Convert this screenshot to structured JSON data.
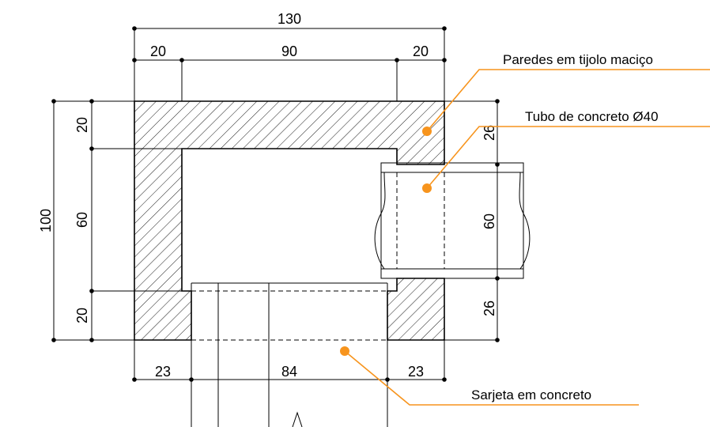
{
  "labels": {
    "walls": "Paredes em tijolo maciço",
    "pipe": "Tubo de concreto Ø40",
    "gutter": "Sarjeta em concreto"
  },
  "dimensions": {
    "top_total": "130",
    "top_left": "20",
    "top_mid": "90",
    "top_right": "20",
    "left_total": "100",
    "left_top": "20",
    "left_mid": "60",
    "left_bottom": "20",
    "right_top": "26",
    "right_mid": "60",
    "right_bottom": "26",
    "bottom_left": "23",
    "bottom_mid": "84",
    "bottom_right": "23"
  },
  "colors": {
    "leader": "#F7941D",
    "line": "#000000"
  }
}
